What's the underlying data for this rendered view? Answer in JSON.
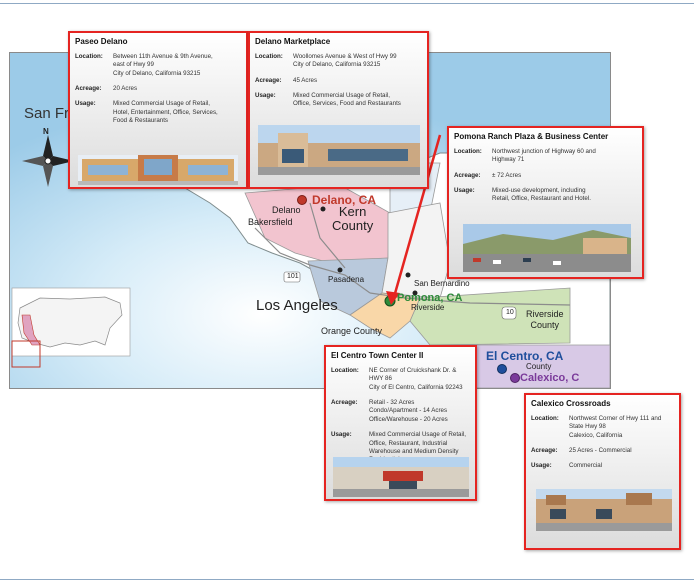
{
  "map": {
    "labels": {
      "san_francisco": "San Fra",
      "compass_n": "N",
      "delano_city": "Delano",
      "bakersfield": "Bakersfield",
      "delano_ca": "Delano, CA",
      "kern_county": "Kern\nCounty",
      "pasadena": "Pasadena",
      "san_bernardino": "San Bernardino",
      "los_angeles": "Los Angeles",
      "pomona_ca": "Pomona, CA",
      "riverside": "Riverside",
      "riverside_county": "Riverside\nCounty",
      "orange_county": "Orange County",
      "hwy_101": "101",
      "hwy_10": "10",
      "el_centro_ca": "El Centro, CA",
      "county_suffix": "County",
      "calexico_ca": "Calexico, C"
    },
    "colors": {
      "kern": "#f2c4cf",
      "pasadena_la": "#b9c9dc",
      "riverside": "#cfe3b8",
      "orange": "#f9d7a8",
      "imperial": "#d8c9e6",
      "marker_red": "#c0392b",
      "marker_green": "#2e8b3a",
      "label_blue": "#1f4e9c",
      "label_red": "#c0392b",
      "label_green": "#2e8b3a",
      "label_purple": "#7a3a9a"
    }
  },
  "cards": {
    "paseo": {
      "title": "Paseo Delano",
      "location_label": "Location:",
      "location": "Between 11th Avenue & 9th Avenue,\neast of Hwy 99\nCity of Delano, California 93215",
      "acreage_label": "Acreage:",
      "acreage": "20 Acres",
      "usage_label": "Usage:",
      "usage": "Mixed Commercial Usage of Retail,\nHotel, Entertainment, Office, Services,\nFood & Restaurants"
    },
    "delano_marketplace": {
      "title": "Delano Marketplace",
      "location_label": "Location:",
      "location": "Woollomes Avenue & West of Hwy 99\nCity of Delano, California 93215",
      "acreage_label": "Acreage:",
      "acreage": "45 Acres",
      "usage_label": "Usage:",
      "usage": "Mixed Commercial Usage of Retail,\nOffice, Services, Food and  Restaurants"
    },
    "pomona": {
      "title": "Pomona Ranch Plaza & Business Center",
      "location_label": "Location:",
      "location": "Northwest junction of Highway 60 and\nHighway 71",
      "acreage_label": "Acreage:",
      "acreage": "± 72 Acres",
      "usage_label": "Usage:",
      "usage": "Mixed-use development, including\nRetail, Office, Restaurant and Hotel."
    },
    "el_centro": {
      "title": "El Centro Town Center II",
      "location_label": "Location:",
      "location": "NE Corner of Cruickshank Dr. & HWY 86\nCity of El Centro, California 92243",
      "acreage_label": "Acreage:",
      "acreage": "Retail - 32 Acres\nCondo/Apartment - 14 Acres\nOffice/Warehouse - 20 Acres",
      "usage_label": "Usage:",
      "usage": "Mixed Commercial Usage of Retail,\nOffice, Restaurant, Industrial\nWarehouse and Medium Density\nResidentials"
    },
    "calexico": {
      "title": "Calexico Crossroads",
      "location_label": "Location:",
      "location": "Northwest Corner of Hwy 111 and\nState Hwy 98\nCalexico, California",
      "acreage_label": "Acreage:",
      "acreage": "25 Acres - Commercial",
      "usage_label": "Usage:",
      "usage": "Commercial"
    }
  },
  "colors": {
    "card_border": "#e52421",
    "rule": "#8fa9c4",
    "ocean": "#cfe6f5"
  }
}
